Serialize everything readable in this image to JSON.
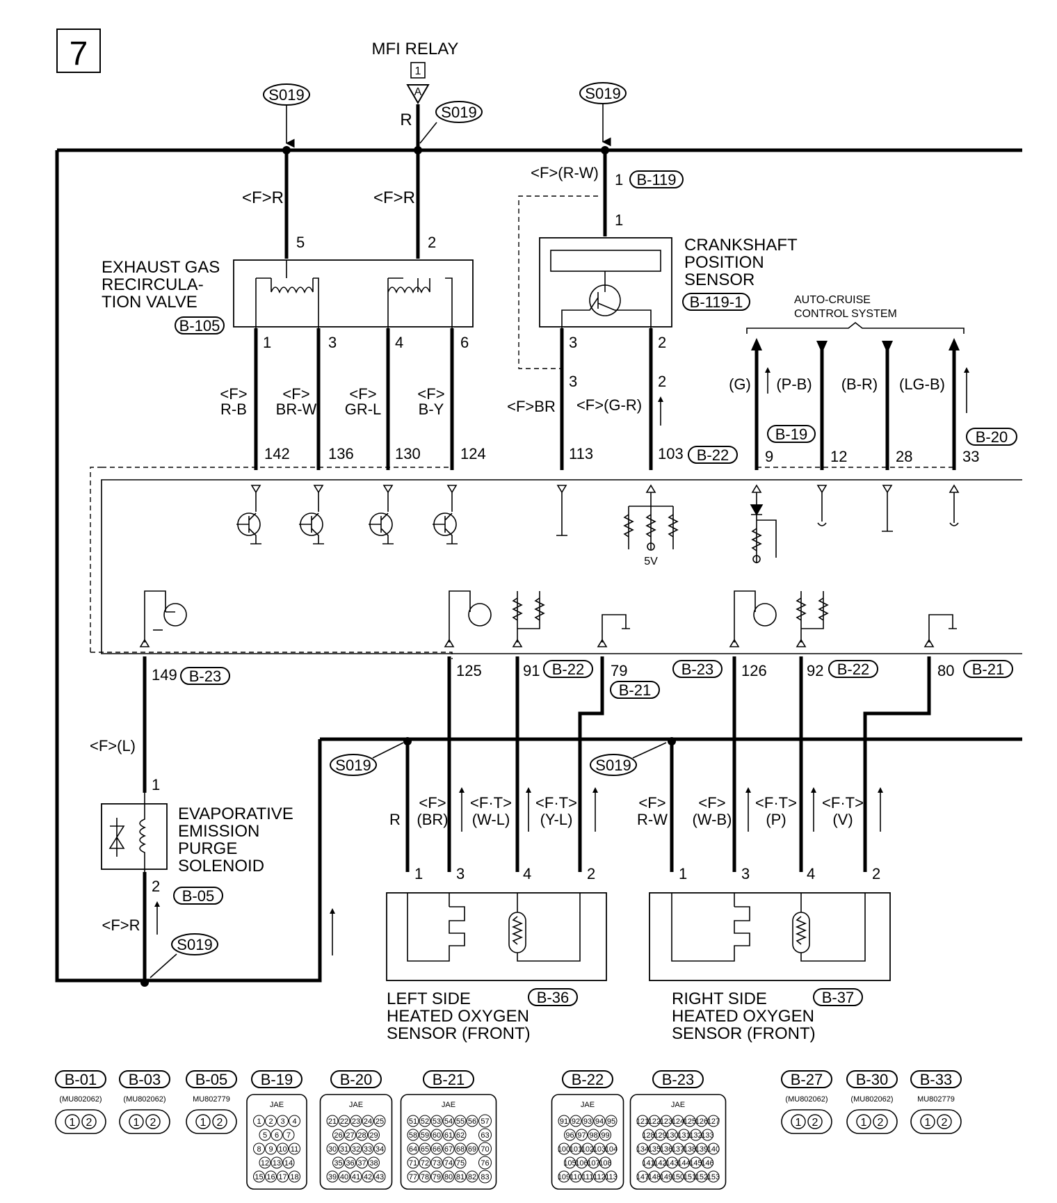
{
  "page": {
    "number": "7"
  },
  "relay": {
    "label": "MFI RELAY",
    "pin": "1",
    "connector": "A",
    "wire": "R"
  },
  "splice": "S019",
  "egr": {
    "title": [
      "EXHAUST GAS",
      "RECIRCULA-",
      "TION VALVE"
    ],
    "connector": "B-105",
    "in_pins": [
      "5",
      "2"
    ],
    "out_pins": [
      "1",
      "3",
      "4",
      "6"
    ],
    "feed_wires": [
      "<F>R",
      "<F>R"
    ],
    "wires": [
      [
        "<F>",
        "R-B"
      ],
      [
        "<F>",
        "BR-W"
      ],
      [
        "<F>",
        "GR-L"
      ],
      [
        "<F>",
        "B-Y"
      ]
    ],
    "ecu_pins": [
      "142",
      "136",
      "130",
      "124"
    ]
  },
  "crank": {
    "title": [
      "CRANKSHAFT",
      "POSITION",
      "SENSOR"
    ],
    "connector": "B-119-1",
    "feed_connector": "B-119",
    "feed_wire": "<F>(R-W)",
    "feed_pin": "1",
    "pins": [
      "3",
      "2"
    ],
    "wires": [
      "<F>BR",
      "<F>(G-R)"
    ],
    "ecu_pins": [
      "113",
      "103"
    ],
    "ecu_connector": "B-22",
    "ref_voltage": "5V"
  },
  "cruise": {
    "title": [
      "AUTO-CRUISE",
      "CONTROL SYSTEM"
    ],
    "wires": [
      "(G)",
      "(P-B)",
      "(B-R)",
      "(LG-B)"
    ],
    "connectors": [
      "B-19",
      "B-20"
    ],
    "ecu_pins": [
      "9",
      "12",
      "28",
      "33"
    ]
  },
  "lower_pins": [
    {
      "pin": "149",
      "connector": "B-23"
    },
    {
      "pin": "125",
      "connector": ""
    },
    {
      "pin": "91",
      "connector": "B-22"
    },
    {
      "pin": "79",
      "connector": "B-21"
    },
    {
      "pin": "126",
      "connector": "B-23"
    },
    {
      "pin": "92",
      "connector": "B-22"
    },
    {
      "pin": "80",
      "connector": "B-21"
    }
  ],
  "evap": {
    "title": [
      "EVAPORATIVE",
      "EMISSION",
      "PURGE",
      "SOLENOID"
    ],
    "connector": "B-05",
    "pins": [
      "1",
      "2"
    ],
    "wires": [
      "<F>(L)",
      "<F>R"
    ]
  },
  "o2_left": {
    "title": [
      "LEFT SIDE",
      "HEATED OXYGEN",
      "SENSOR (FRONT)"
    ],
    "connector": "B-36",
    "pins": [
      "1",
      "3",
      "4",
      "2"
    ],
    "wires": [
      [
        "",
        "R"
      ],
      [
        "<F>",
        "(BR)"
      ],
      [
        "<F·T>",
        "(W-L)"
      ],
      [
        "<F·T>",
        "(Y-L)"
      ]
    ]
  },
  "o2_right": {
    "title": [
      "RIGHT SIDE",
      "HEATED OXYGEN",
      "SENSOR (FRONT)"
    ],
    "connector": "B-37",
    "pins": [
      "1",
      "3",
      "4",
      "2"
    ],
    "wires": [
      [
        "<F>",
        "R-W"
      ],
      [
        "<F>",
        "(W-B)"
      ],
      [
        "<F·T>",
        "(P)"
      ],
      [
        "<F·T>",
        "(V)"
      ]
    ]
  },
  "legend": [
    {
      "id": "B-01",
      "part": "(MU802062)",
      "pins": [
        "1",
        "2"
      ]
    },
    {
      "id": "B-03",
      "part": "(MU802062)",
      "pins": [
        "1",
        "2"
      ]
    },
    {
      "id": "B-05",
      "part": "MU802779",
      "pins": [
        "1",
        "2"
      ]
    },
    {
      "id": "B-19",
      "part": "JAE",
      "rows": [
        [
          "1",
          "2",
          "3",
          "4"
        ],
        [
          "5",
          "6",
          "7"
        ],
        [
          "8",
          "9",
          "10",
          "11"
        ],
        [
          "12",
          "13",
          "14"
        ],
        [
          "15",
          "16",
          "17",
          "18"
        ]
      ]
    },
    {
      "id": "B-20",
      "part": "JAE",
      "rows": [
        [
          "21",
          "22",
          "23",
          "24",
          "25"
        ],
        [
          "26",
          "27",
          "28",
          "29"
        ],
        [
          "30",
          "31",
          "32",
          "33",
          "34"
        ],
        [
          "35",
          "36",
          "37",
          "38"
        ],
        [
          "39",
          "40",
          "41",
          "42",
          "43"
        ]
      ]
    },
    {
      "id": "B-21",
      "part": "JAE",
      "rows": [
        [
          "51",
          "52",
          "53",
          "54",
          "55",
          "56"
        ],
        [
          "58",
          "59",
          "60",
          "61",
          "62"
        ],
        [
          "64",
          "65",
          "66",
          "67",
          "68",
          "69"
        ],
        [
          "71",
          "72",
          "73",
          "74",
          "75"
        ],
        [
          "77",
          "78",
          "79",
          "80",
          "81",
          "82"
        ]
      ],
      "side": [
        "57",
        "63",
        "70",
        "76",
        "83"
      ]
    },
    {
      "id": "B-22",
      "part": "JAE",
      "rows": [
        [
          "91",
          "92",
          "93",
          "94",
          "95"
        ],
        [
          "96",
          "97",
          "98",
          "99"
        ],
        [
          "100",
          "101",
          "102",
          "103",
          "104"
        ],
        [
          "105",
          "106",
          "107",
          "108"
        ],
        [
          "109",
          "110",
          "111",
          "112",
          "113"
        ]
      ]
    },
    {
      "id": "B-23",
      "part": "JAE",
      "rows": [
        [
          "121",
          "122",
          "123",
          "124",
          "125",
          "126",
          "127"
        ],
        [
          "128",
          "129",
          "130",
          "131",
          "132",
          "133"
        ],
        [
          "134",
          "135",
          "136",
          "137",
          "138",
          "139",
          "140"
        ],
        [
          "141",
          "142",
          "143",
          "144",
          "145",
          "146"
        ],
        [
          "147",
          "148",
          "149",
          "150",
          "151",
          "152",
          "153"
        ]
      ]
    },
    {
      "id": "B-27",
      "part": "(MU802062)",
      "pins": [
        "1",
        "2"
      ]
    },
    {
      "id": "B-30",
      "part": "(MU802062)",
      "pins": [
        "1",
        "2"
      ]
    },
    {
      "id": "B-33",
      "part": "MU802779",
      "pins": [
        "1",
        "2"
      ]
    }
  ]
}
